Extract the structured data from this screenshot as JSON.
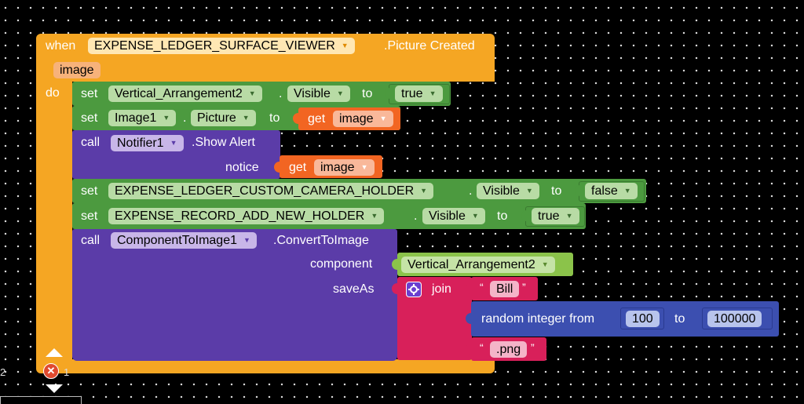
{
  "event": {
    "when_label": "when",
    "component": "EXPENSE_LEDGER_SURFACE_VIEWER",
    "event_name": ".Picture Created",
    "param": "image",
    "do_label": "do"
  },
  "statements": {
    "s1": {
      "set": "set",
      "component": "Vertical_Arrangement2",
      "dot": ".",
      "property": "Visible",
      "to": "to",
      "value": "true"
    },
    "s2": {
      "set": "set",
      "component": "Image1",
      "dot": ".",
      "property": "Picture",
      "to": "to",
      "get": "get",
      "var": "image"
    },
    "s3": {
      "call": "call",
      "component": "Notifier1",
      "method": ".Show Alert",
      "arg_label": "notice",
      "get": "get",
      "var": "image"
    },
    "s4": {
      "set": "set",
      "component": "EXPENSE_LEDGER_CUSTOM_CAMERA_HOLDER",
      "dot": ".",
      "property": "Visible",
      "to": "to",
      "value": "false"
    },
    "s5": {
      "set": "set",
      "component": "EXPENSE_RECORD_ADD_NEW_HOLDER",
      "dot": ".",
      "property": "Visible",
      "to": "to",
      "value": "true"
    },
    "s6": {
      "call": "call",
      "component": "ComponentToImage1",
      "method": ".ConvertToImage",
      "component_label": "component",
      "component_value": "Vertical_Arrangement2",
      "saveas_label": "saveAs",
      "join": "join",
      "text1": "Bill",
      "random_label": "random integer from",
      "from": "100",
      "to_label": "to",
      "to": "100000",
      "text2": ".png"
    }
  },
  "workspace": {
    "left_counter": "2",
    "error_count": "1"
  },
  "icons": [
    "gear-icon",
    "error-icon",
    "chevron-up-icon",
    "chevron-down-icon",
    "dropdown-arrow-icon"
  ],
  "colors": {
    "event": "#f5a623",
    "setter": "#4c9a3f",
    "component_call": "#5b3ca8",
    "text_join": "#d8205a",
    "math": "#3c4fb0",
    "component_block": "#7fc240",
    "variable_get": "#f26522"
  }
}
